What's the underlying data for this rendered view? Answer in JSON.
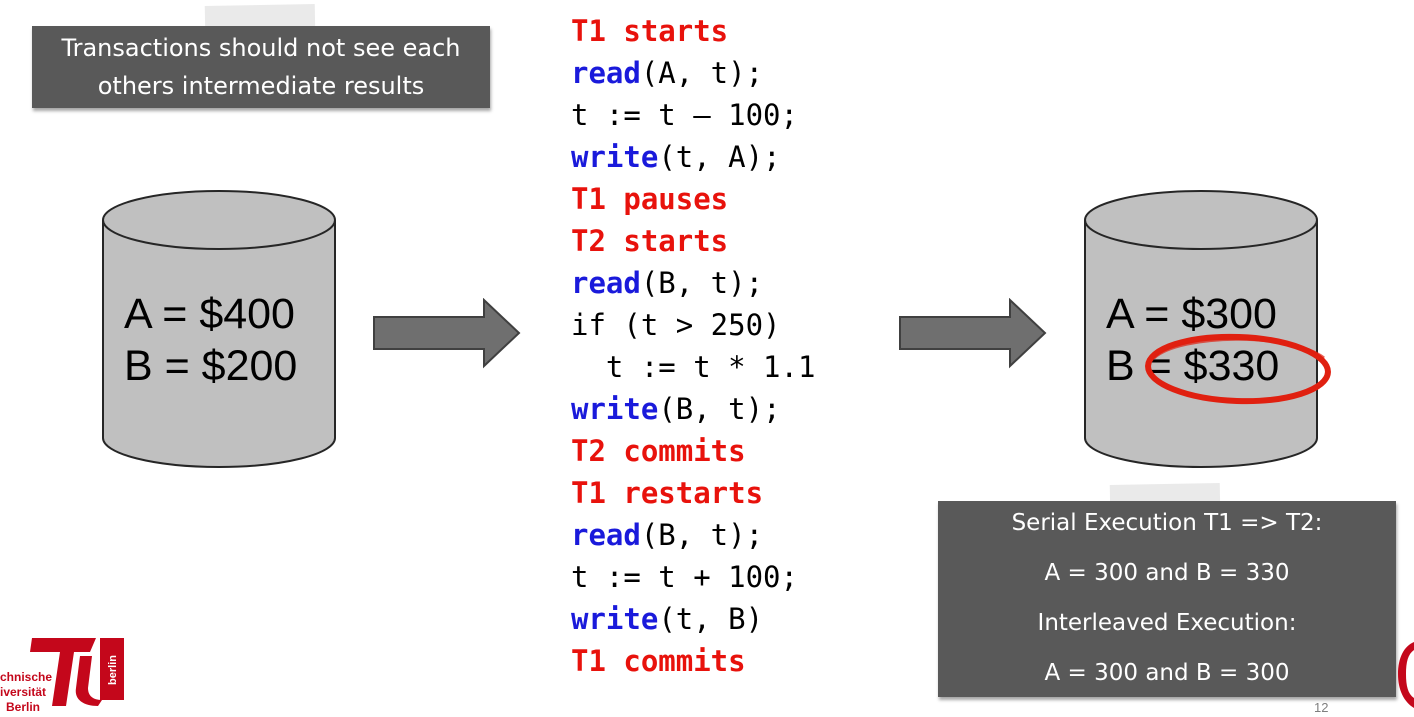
{
  "note_top": {
    "line1": "Transactions should not see each",
    "line2": "others intermediate results"
  },
  "db_before": {
    "a": "A = $400",
    "b": "B = $200"
  },
  "db_after": {
    "a": "A = $300",
    "b": "B = $330"
  },
  "code_lines": [
    {
      "parts": [
        {
          "t": "T1 starts",
          "c": "red"
        }
      ]
    },
    {
      "parts": [
        {
          "t": "read",
          "c": "blue"
        },
        {
          "t": "(A, t);",
          "c": "plain"
        }
      ]
    },
    {
      "parts": [
        {
          "t": "t := t – 100;",
          "c": "plain"
        }
      ]
    },
    {
      "parts": [
        {
          "t": "write",
          "c": "blue"
        },
        {
          "t": "(t, A);",
          "c": "plain"
        }
      ]
    },
    {
      "parts": [
        {
          "t": "T1 pauses",
          "c": "red"
        }
      ]
    },
    {
      "parts": [
        {
          "t": "T2 starts",
          "c": "red"
        }
      ]
    },
    {
      "parts": [
        {
          "t": "read",
          "c": "blue"
        },
        {
          "t": "(B, t);",
          "c": "plain"
        }
      ]
    },
    {
      "parts": [
        {
          "t": "if (t > 250)",
          "c": "plain"
        }
      ]
    },
    {
      "parts": [
        {
          "t": "  t := t * 1.1",
          "c": "plain"
        }
      ]
    },
    {
      "parts": [
        {
          "t": "write",
          "c": "blue"
        },
        {
          "t": "(B, t);",
          "c": "plain"
        }
      ]
    },
    {
      "parts": [
        {
          "t": "T2 commits",
          "c": "red"
        }
      ]
    },
    {
      "parts": [
        {
          "t": "T1 restarts",
          "c": "red"
        }
      ]
    },
    {
      "parts": [
        {
          "t": "read",
          "c": "blue"
        },
        {
          "t": "(B, t);",
          "c": "plain"
        }
      ]
    },
    {
      "parts": [
        {
          "t": "t := t + 100;",
          "c": "plain"
        }
      ]
    },
    {
      "parts": [
        {
          "t": "write",
          "c": "blue"
        },
        {
          "t": "(t, B)",
          "c": "plain"
        }
      ]
    },
    {
      "parts": [
        {
          "t": "T1 commits",
          "c": "red"
        }
      ]
    }
  ],
  "note_bottom": {
    "line1": "Serial Execution T1 => T2:",
    "line2": "A = 300 and B = 330",
    "line3": "Interleaved Execution:",
    "line4": "A = 300 and B = 300"
  },
  "logo": {
    "word1": "chnische",
    "word2": "iversität",
    "word3": "Berlin",
    "berlin": "berlin"
  },
  "page_number": "12",
  "colors": {
    "red": "#e8120c",
    "blue": "#1a1adb",
    "note_bg": "#595959",
    "circle": "#e02010",
    "logo_red": "#c4071b"
  },
  "icons": {
    "arrow": "right-arrow-icon",
    "database": "database-cylinder-icon"
  }
}
